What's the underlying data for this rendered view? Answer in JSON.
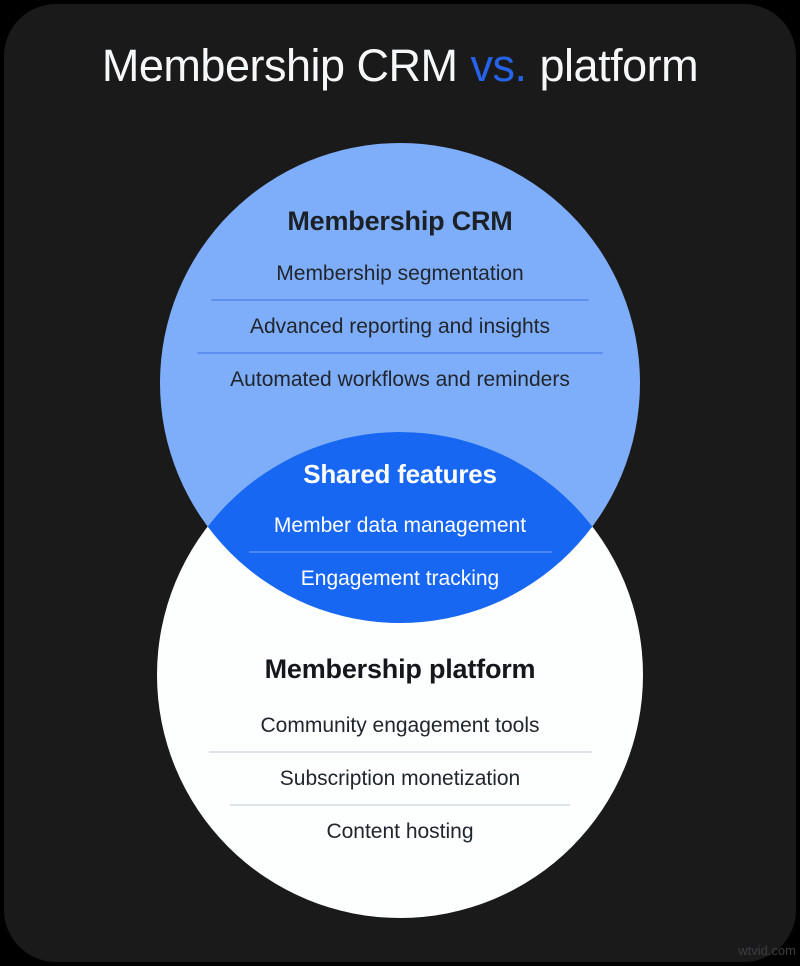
{
  "header": {
    "title_part1": "Membership CRM",
    "title_highlight": "vs.",
    "title_part2": "platform"
  },
  "venn": {
    "top_circle": {
      "title": "Membership CRM",
      "items": [
        "Membership segmentation",
        "Advanced reporting and insights",
        "Automated workflows and reminders"
      ]
    },
    "shared": {
      "title": "Shared features",
      "items": [
        "Member data management",
        "Engagement tracking"
      ]
    },
    "bottom_circle": {
      "title": "Membership platform",
      "items": [
        "Community engagement tools",
        "Subscription monetization",
        "Content hosting"
      ]
    }
  },
  "colors": {
    "accent_blue": "#2563eb",
    "top_circle_blue": "#7eaef9",
    "shared_lens_blue": "#1867f2",
    "bottom_circle_white": "#fdfefe",
    "card_background": "#1a1a1b"
  },
  "watermark": "wtvid.com"
}
